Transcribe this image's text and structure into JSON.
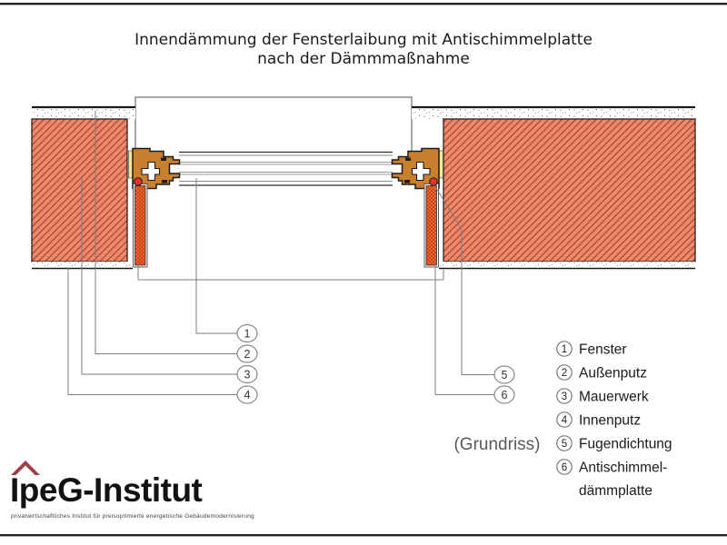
{
  "page": {
    "title_line1": "Innendämmung der Fensterlaibung mit Antischimmelplatte",
    "title_line2": "nach der Dämmmaßnahme",
    "view_label": "(Grundriss)"
  },
  "legend": {
    "items": [
      {
        "n": "1",
        "label": "Fenster"
      },
      {
        "n": "2",
        "label": "Außenputz"
      },
      {
        "n": "3",
        "label": "Mauerwerk"
      },
      {
        "n": "4",
        "label": "Innenputz"
      },
      {
        "n": "5",
        "label": "Fugendichtung"
      },
      {
        "n": "6",
        "label": "Antischimmel-",
        "label2": "dämmplatte"
      }
    ]
  },
  "callouts": [
    "1",
    "2",
    "3",
    "4",
    "5",
    "6"
  ],
  "logo": {
    "name": "IpeG-Institut",
    "tagline": "privatwirtschaftliches Institut für preisoptimierte energetische Gebäudemodernisierung"
  },
  "colors": {
    "masonry_fill": "#F0876B",
    "masonry_hatch": "#A04731",
    "frame_wood": "#C8802F",
    "plate_fill": "#F2702F",
    "plate_hatch": "#C23D18",
    "seal_red": "#E63229",
    "joint_yellow": "#EFE794",
    "leader_gray": "#7E7E7E",
    "roof_red": "#A13F44",
    "rule_black": "#232327"
  }
}
